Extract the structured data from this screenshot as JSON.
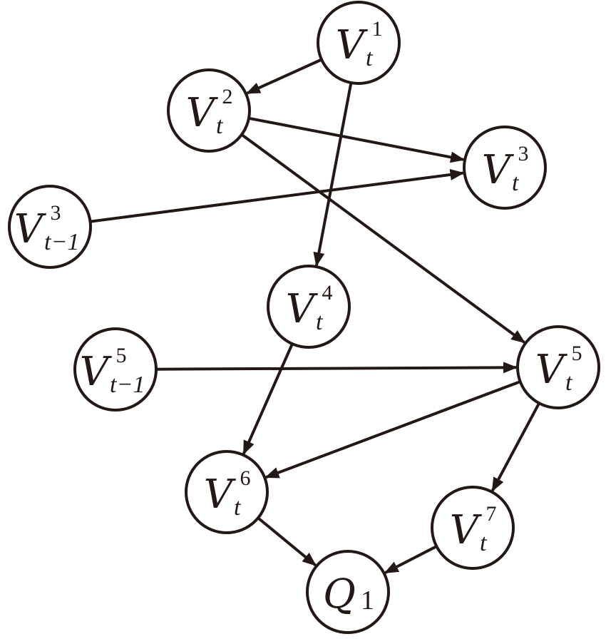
{
  "diagram": {
    "colors": {
      "stroke": "#231815",
      "fill": "#ffffff"
    },
    "nodes": [
      {
        "id": "v1t",
        "main": "V",
        "sup": "1",
        "sub": "t"
      },
      {
        "id": "v2t",
        "main": "V",
        "sup": "2",
        "sub": "t"
      },
      {
        "id": "v3t",
        "main": "V",
        "sup": "3",
        "sub": "t"
      },
      {
        "id": "v3tm1",
        "main": "V",
        "sup": "3",
        "sub": "t−1"
      },
      {
        "id": "v4t",
        "main": "V",
        "sup": "4",
        "sub": "t"
      },
      {
        "id": "v5tm1",
        "main": "V",
        "sup": "5",
        "sub": "t−1"
      },
      {
        "id": "v5t",
        "main": "V",
        "sup": "5",
        "sub": "t"
      },
      {
        "id": "v6t",
        "main": "V",
        "sup": "6",
        "sub": "t"
      },
      {
        "id": "v7t",
        "main": "V",
        "sup": "7",
        "sub": "t"
      },
      {
        "id": "q1",
        "main": "Q",
        "sup": "",
        "sub": "1"
      }
    ],
    "edges": [
      {
        "from": "v1t",
        "to": "v2t"
      },
      {
        "from": "v1t",
        "to": "v4t"
      },
      {
        "from": "v2t",
        "to": "v3t"
      },
      {
        "from": "v2t",
        "to": "v5t"
      },
      {
        "from": "v3tm1",
        "to": "v3t"
      },
      {
        "from": "v4t",
        "to": "v6t"
      },
      {
        "from": "v5tm1",
        "to": "v5t"
      },
      {
        "from": "v5t",
        "to": "v6t"
      },
      {
        "from": "v5t",
        "to": "v7t"
      },
      {
        "from": "v6t",
        "to": "q1"
      },
      {
        "from": "v7t",
        "to": "q1"
      }
    ]
  }
}
